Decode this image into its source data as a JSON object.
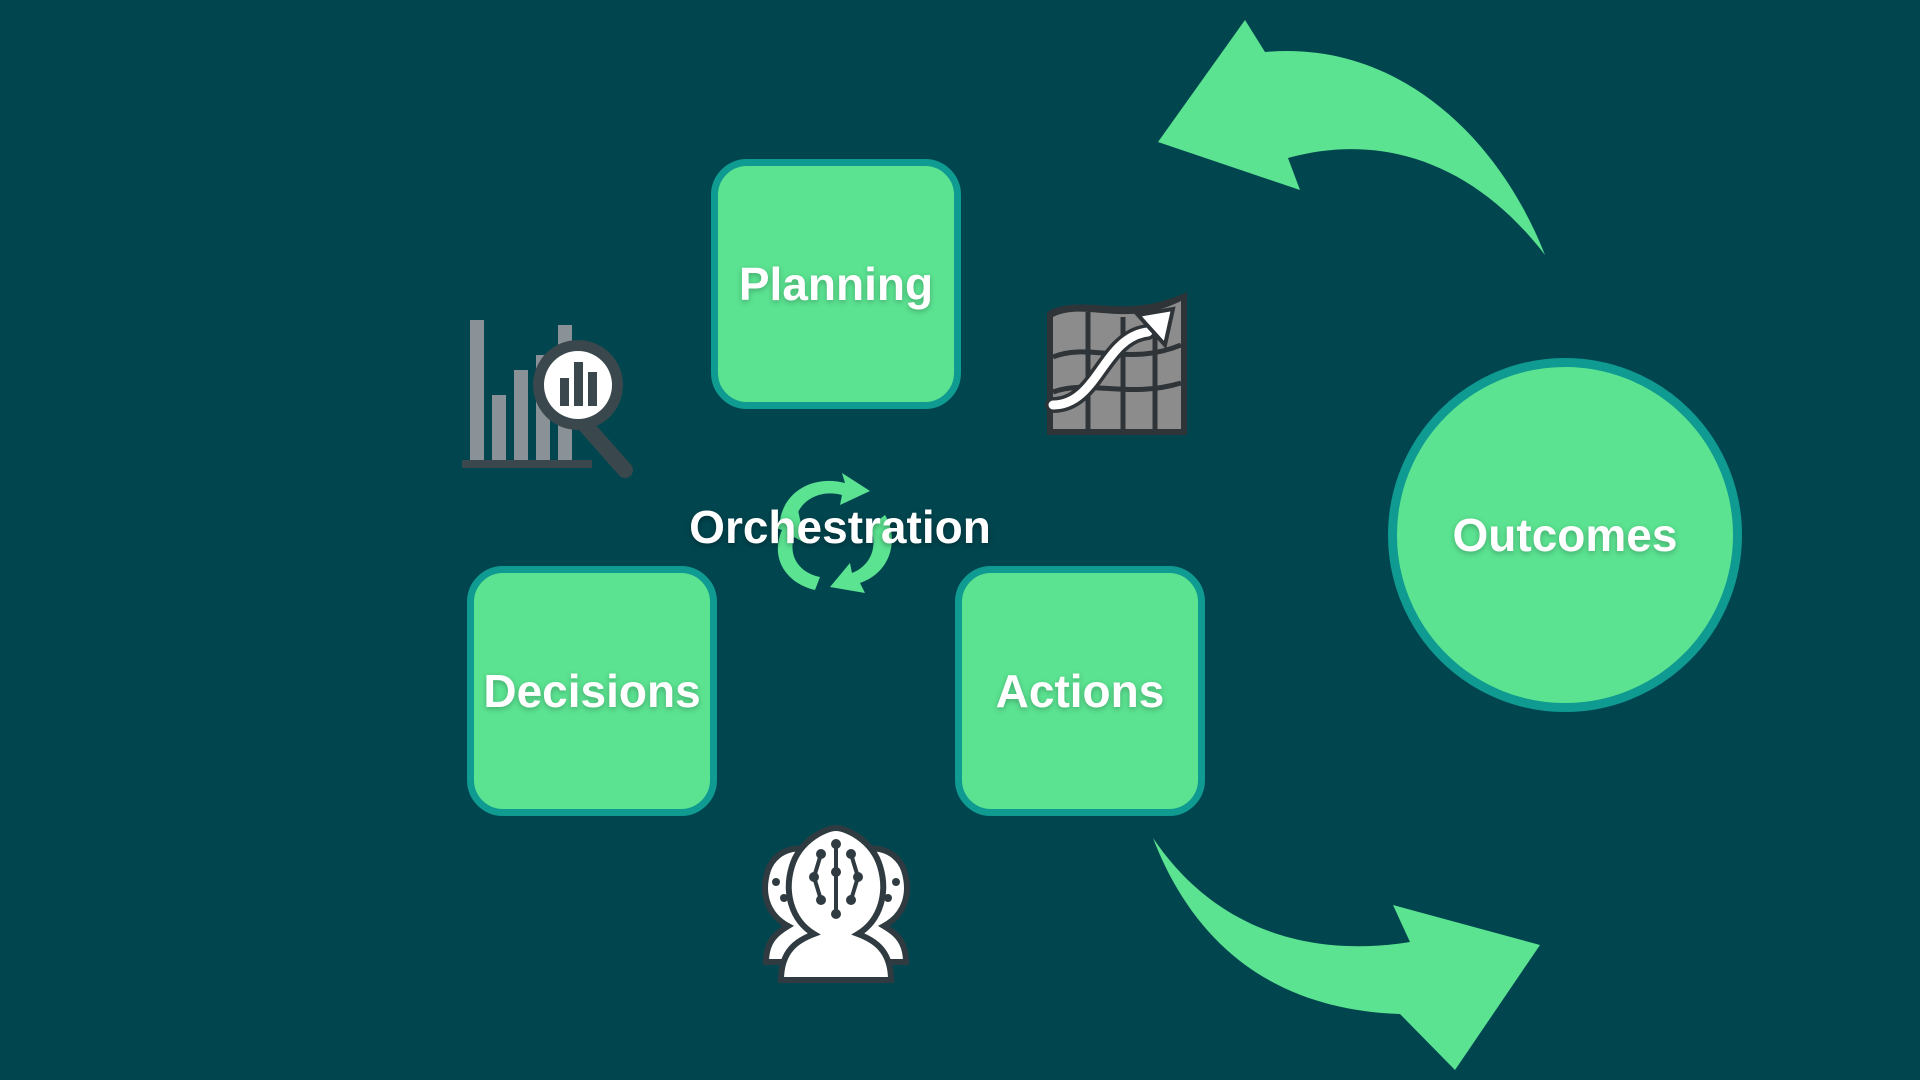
{
  "diagram": {
    "center_label": "Orchestration",
    "nodes": {
      "planning": "Planning",
      "decisions": "Decisions",
      "actions": "Actions",
      "outcomes": "Outcomes"
    },
    "icons": {
      "analytics": "bar-chart-magnifier-icon",
      "growth": "growth-chart-icon",
      "team": "ai-heads-icon",
      "cycle": "recycle-arrows-icon"
    },
    "colors": {
      "background": "#01464f",
      "node_fill": "#5be391",
      "node_border": "#0f9a92",
      "arrow": "#5be391",
      "text": "#ffffff"
    }
  }
}
